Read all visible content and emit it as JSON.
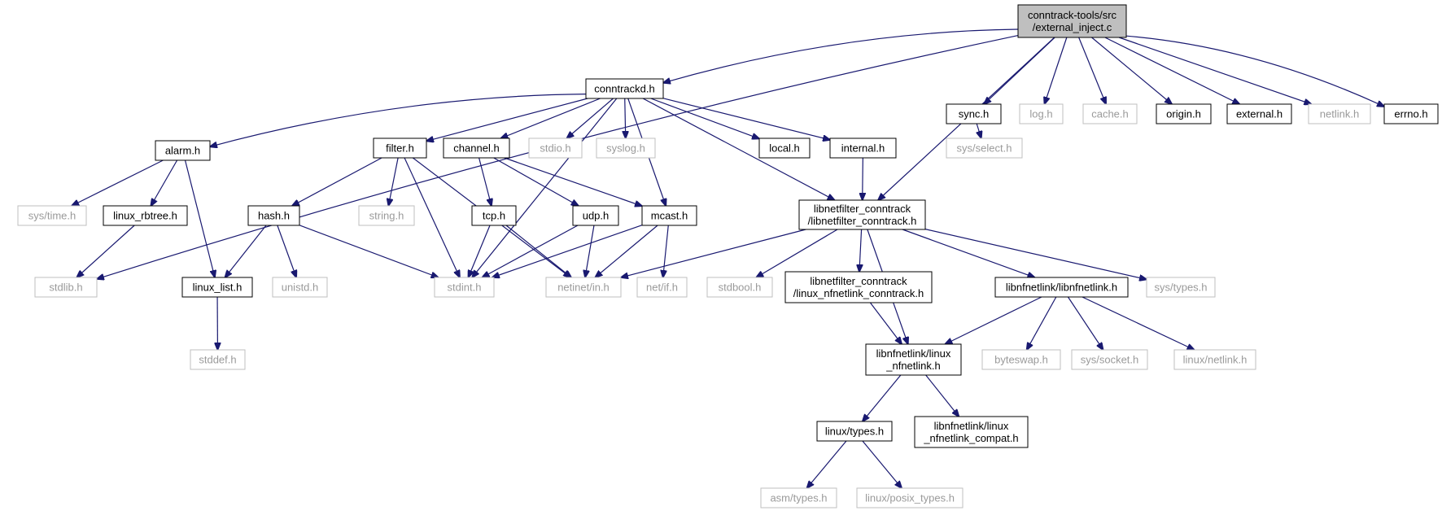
{
  "graph": {
    "type": "include-dependency-graph",
    "nodes": {
      "root": {
        "lines": [
          "conntrack-tools/src",
          "/external_inject.c"
        ],
        "kind": "root"
      },
      "conntrackd": {
        "lines": [
          "conntrackd.h"
        ],
        "kind": "local"
      },
      "sync": {
        "lines": [
          "sync.h"
        ],
        "kind": "local"
      },
      "log": {
        "lines": [
          "log.h"
        ],
        "kind": "external"
      },
      "cache": {
        "lines": [
          "cache.h"
        ],
        "kind": "external"
      },
      "origin": {
        "lines": [
          "origin.h"
        ],
        "kind": "local"
      },
      "external": {
        "lines": [
          "external.h"
        ],
        "kind": "local"
      },
      "netlink": {
        "lines": [
          "netlink.h"
        ],
        "kind": "external"
      },
      "errno": {
        "lines": [
          "errno.h"
        ],
        "kind": "local"
      },
      "alarm": {
        "lines": [
          "alarm.h"
        ],
        "kind": "local"
      },
      "filter": {
        "lines": [
          "filter.h"
        ],
        "kind": "local"
      },
      "channel": {
        "lines": [
          "channel.h"
        ],
        "kind": "local"
      },
      "stdio": {
        "lines": [
          "stdio.h"
        ],
        "kind": "external"
      },
      "syslog": {
        "lines": [
          "syslog.h"
        ],
        "kind": "external"
      },
      "local": {
        "lines": [
          "local.h"
        ],
        "kind": "local"
      },
      "internal": {
        "lines": [
          "internal.h"
        ],
        "kind": "local"
      },
      "sysselect": {
        "lines": [
          "sys/select.h"
        ],
        "kind": "external"
      },
      "systime": {
        "lines": [
          "sys/time.h"
        ],
        "kind": "external"
      },
      "rbtree": {
        "lines": [
          "linux_rbtree.h"
        ],
        "kind": "local"
      },
      "hash": {
        "lines": [
          "hash.h"
        ],
        "kind": "local"
      },
      "stringh": {
        "lines": [
          "string.h"
        ],
        "kind": "external"
      },
      "tcp": {
        "lines": [
          "tcp.h"
        ],
        "kind": "local"
      },
      "udp": {
        "lines": [
          "udp.h"
        ],
        "kind": "local"
      },
      "mcast": {
        "lines": [
          "mcast.h"
        ],
        "kind": "local"
      },
      "lnfct": {
        "lines": [
          "libnetfilter_conntrack",
          "/libnetfilter_conntrack.h"
        ],
        "kind": "local"
      },
      "stdlib": {
        "lines": [
          "stdlib.h"
        ],
        "kind": "external"
      },
      "list": {
        "lines": [
          "linux_list.h"
        ],
        "kind": "local"
      },
      "unistd": {
        "lines": [
          "unistd.h"
        ],
        "kind": "external"
      },
      "stdint": {
        "lines": [
          "stdint.h"
        ],
        "kind": "external"
      },
      "netinet": {
        "lines": [
          "netinet/in.h"
        ],
        "kind": "external"
      },
      "netif": {
        "lines": [
          "net/if.h"
        ],
        "kind": "external"
      },
      "stdbool": {
        "lines": [
          "stdbool.h"
        ],
        "kind": "external"
      },
      "lnfctnl": {
        "lines": [
          "libnetfilter_conntrack",
          "/linux_nfnetlink_conntrack.h"
        ],
        "kind": "local"
      },
      "libnfnl": {
        "lines": [
          "libnfnetlink/libnfnetlink.h"
        ],
        "kind": "local"
      },
      "systypes": {
        "lines": [
          "sys/types.h"
        ],
        "kind": "external"
      },
      "stddef": {
        "lines": [
          "stddef.h"
        ],
        "kind": "external"
      },
      "nfnl": {
        "lines": [
          "libnfnetlink/linux",
          "_nfnetlink.h"
        ],
        "kind": "local"
      },
      "byteswap": {
        "lines": [
          "byteswap.h"
        ],
        "kind": "external"
      },
      "syssocket": {
        "lines": [
          "sys/socket.h"
        ],
        "kind": "external"
      },
      "linuxnetlink": {
        "lines": [
          "linux/netlink.h"
        ],
        "kind": "external"
      },
      "linuxtypes": {
        "lines": [
          "linux/types.h"
        ],
        "kind": "local"
      },
      "nfnlcompat": {
        "lines": [
          "libnfnetlink/linux",
          "_nfnetlink_compat.h"
        ],
        "kind": "local"
      },
      "asmtypes": {
        "lines": [
          "asm/types.h"
        ],
        "kind": "external"
      },
      "posixtypes": {
        "lines": [
          "linux/posix_types.h"
        ],
        "kind": "external"
      }
    },
    "edges": [
      [
        "root",
        "conntrackd"
      ],
      [
        "root",
        "sync"
      ],
      [
        "root",
        "log"
      ],
      [
        "root",
        "cache"
      ],
      [
        "root",
        "origin"
      ],
      [
        "root",
        "external"
      ],
      [
        "root",
        "netlink"
      ],
      [
        "root",
        "errno"
      ],
      [
        "root",
        "stdlib"
      ],
      [
        "root",
        "lnfct"
      ],
      [
        "conntrackd",
        "alarm"
      ],
      [
        "conntrackd",
        "filter"
      ],
      [
        "conntrackd",
        "channel"
      ],
      [
        "conntrackd",
        "stdio"
      ],
      [
        "conntrackd",
        "syslog"
      ],
      [
        "conntrackd",
        "local"
      ],
      [
        "conntrackd",
        "internal"
      ],
      [
        "conntrackd",
        "mcast"
      ],
      [
        "conntrackd",
        "lnfct"
      ],
      [
        "conntrackd",
        "stdint"
      ],
      [
        "sync",
        "sysselect"
      ],
      [
        "alarm",
        "systime"
      ],
      [
        "alarm",
        "rbtree"
      ],
      [
        "alarm",
        "list"
      ],
      [
        "rbtree",
        "stdlib"
      ],
      [
        "filter",
        "hash"
      ],
      [
        "filter",
        "stringh"
      ],
      [
        "filter",
        "stdint"
      ],
      [
        "filter",
        "netinet"
      ],
      [
        "channel",
        "tcp"
      ],
      [
        "channel",
        "udp"
      ],
      [
        "channel",
        "mcast"
      ],
      [
        "hash",
        "list"
      ],
      [
        "hash",
        "unistd"
      ],
      [
        "hash",
        "stdint"
      ],
      [
        "list",
        "stddef"
      ],
      [
        "tcp",
        "stdint"
      ],
      [
        "tcp",
        "netinet"
      ],
      [
        "udp",
        "stdint"
      ],
      [
        "udp",
        "netinet"
      ],
      [
        "mcast",
        "stdint"
      ],
      [
        "mcast",
        "netinet"
      ],
      [
        "mcast",
        "netif"
      ],
      [
        "internal",
        "lnfct"
      ],
      [
        "lnfct",
        "netinet"
      ],
      [
        "lnfct",
        "stdbool"
      ],
      [
        "lnfct",
        "lnfctnl"
      ],
      [
        "lnfct",
        "libnfnl"
      ],
      [
        "lnfct",
        "systypes"
      ],
      [
        "lnfct",
        "nfnl"
      ],
      [
        "lnfctnl",
        "nfnl"
      ],
      [
        "libnfnl",
        "nfnl"
      ],
      [
        "libnfnl",
        "byteswap"
      ],
      [
        "libnfnl",
        "syssocket"
      ],
      [
        "libnfnl",
        "linuxnetlink"
      ],
      [
        "nfnl",
        "linuxtypes"
      ],
      [
        "nfnl",
        "nfnlcompat"
      ],
      [
        "linuxtypes",
        "asmtypes"
      ],
      [
        "linuxtypes",
        "posixtypes"
      ]
    ]
  }
}
